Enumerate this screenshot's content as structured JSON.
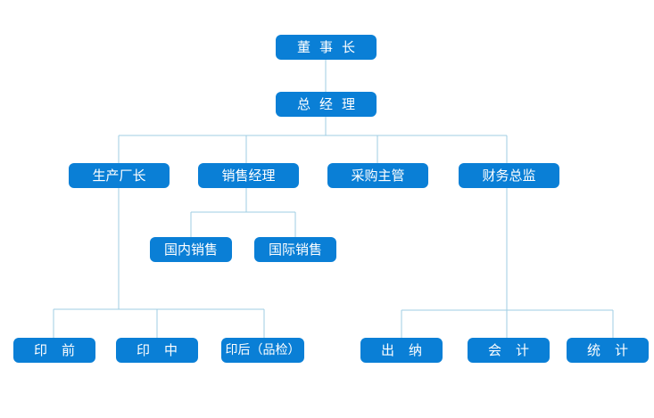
{
  "org_chart": {
    "chairman": "董事长",
    "general_manager": "总经理",
    "departments": {
      "production_director": "生产厂长",
      "sales_manager": "销售经理",
      "purchasing_supervisor": "采购主管",
      "finance_director": "财务总监"
    },
    "sales_units": {
      "domestic_sales": "国内销售",
      "international_sales": "国际销售"
    },
    "production_units": {
      "prepress": "印前",
      "press": "印中",
      "postpress": "印后（品检）"
    },
    "finance_units": {
      "cashier": "出纳",
      "accounting": "会计",
      "statistics": "统计"
    }
  },
  "colors": {
    "node_fill": "#0a7fd6",
    "node_text": "#ffffff",
    "connector": "#9fcde3"
  }
}
